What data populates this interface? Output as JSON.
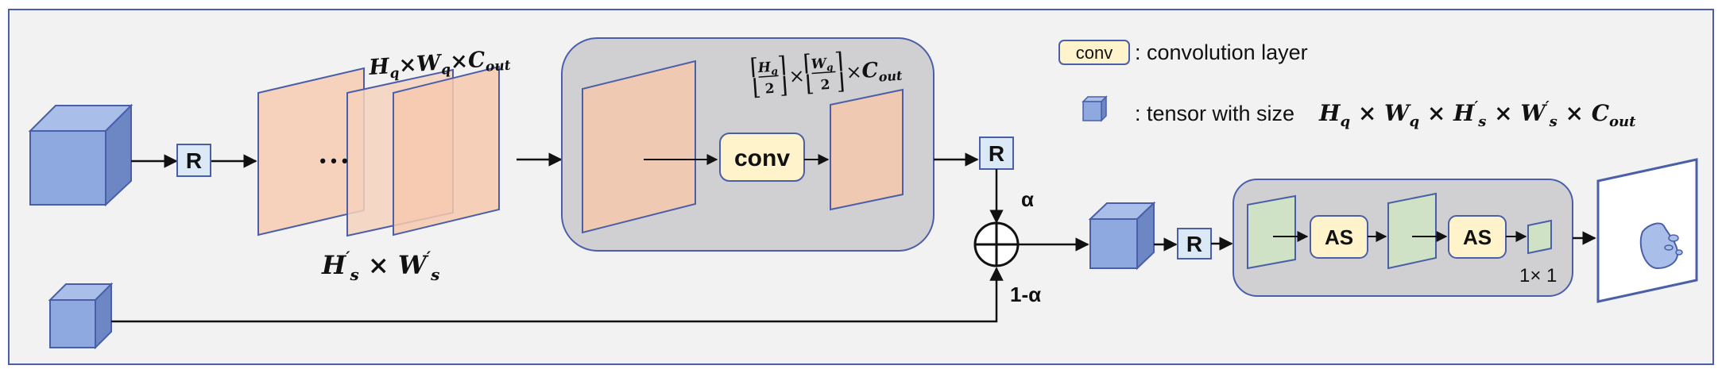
{
  "labels": {
    "reshape": "R",
    "conv": "conv",
    "as": "AS",
    "dots": "• • •",
    "alpha": "α",
    "one_minus_alpha": "1-α",
    "one_by_one": "1× 1"
  },
  "math": {
    "hq": "H",
    "hq_sub": "q",
    "wq": "W",
    "wq_sub": "q",
    "times": "×",
    "c": "C",
    "c_sub": "out",
    "hs": "H",
    "hs_sub": "s",
    "ws": "W",
    "ws_sub": "s",
    "prime": "′",
    "half": "2"
  },
  "legend": {
    "conv_label": "conv",
    "conv_desc": ":  convolution layer",
    "tensor_desc": ":  tensor with size"
  },
  "colors": {
    "frame": "#4a5fa8",
    "cube_front": "#8ea9e0",
    "cube_top": "#a9bfea",
    "cube_side": "#6d86c4",
    "feature": "#f6d2bd",
    "feature_stroke": "#4a5fa8",
    "panel": "#d0cfd2",
    "panel_stroke": "#4a5fa8",
    "conv_fill": "#fff3cc",
    "r_fill": "#dbe9f7",
    "green": "#cfe2c5"
  },
  "icons": {
    "sum": "circled-plus-icon",
    "mask": "segmentation-mask-icon"
  }
}
